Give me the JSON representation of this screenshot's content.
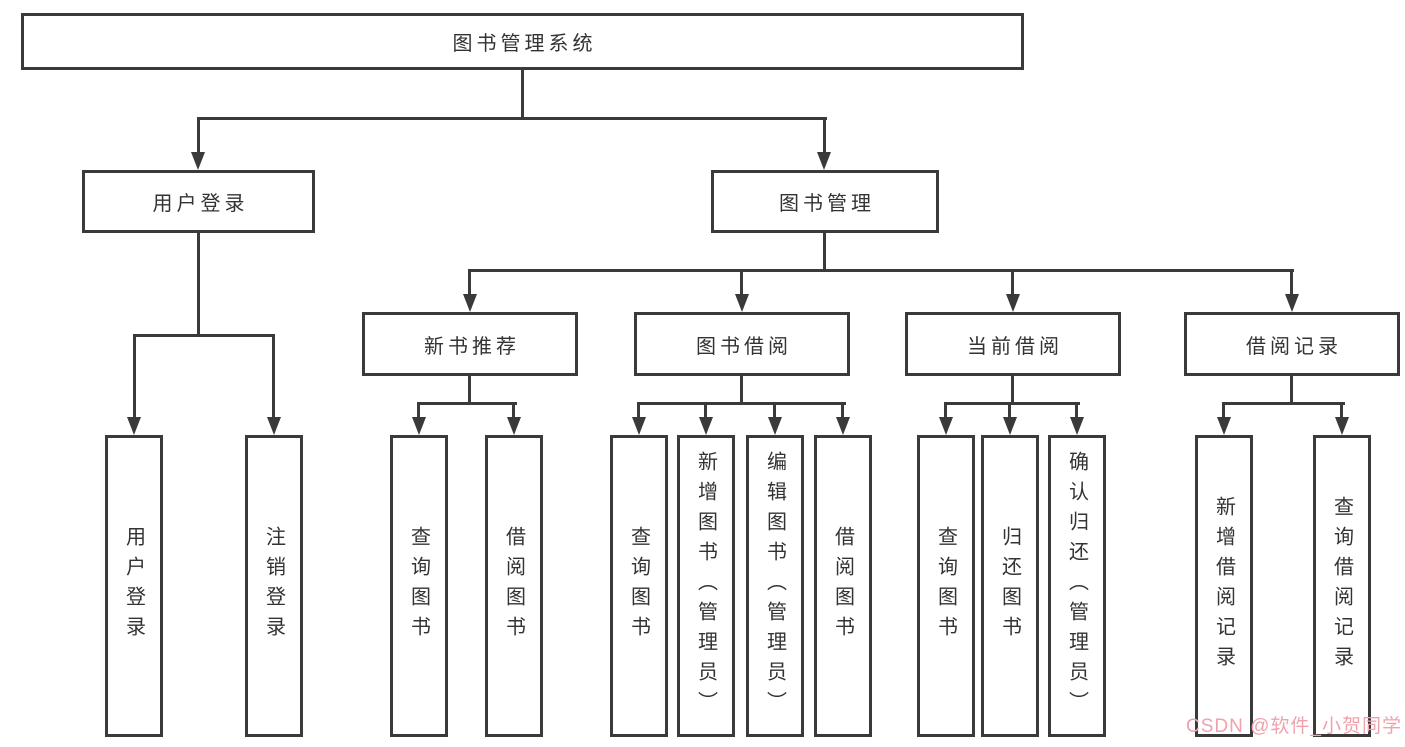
{
  "diagram": {
    "title": "图书管理系统",
    "branches": [
      {
        "label": "用户登录",
        "children": [
          {
            "label": "用户登录"
          },
          {
            "label": "注销登录"
          }
        ]
      },
      {
        "label": "图书管理",
        "children": [
          {
            "label": "新书推荐",
            "children": [
              {
                "label": "查询图书"
              },
              {
                "label": "借阅图书"
              }
            ]
          },
          {
            "label": "图书借阅",
            "children": [
              {
                "label": "查询图书"
              },
              {
                "label": "新增图书（管理员）"
              },
              {
                "label": "编辑图书（管理员）"
              },
              {
                "label": "借阅图书"
              }
            ]
          },
          {
            "label": "当前借阅",
            "children": [
              {
                "label": "查询图书"
              },
              {
                "label": "归还图书"
              },
              {
                "label": "确认归还（管理员）"
              }
            ]
          },
          {
            "label": "借阅记录",
            "children": [
              {
                "label": "新增借阅记录"
              },
              {
                "label": "查询借阅记录"
              }
            ]
          }
        ]
      }
    ]
  },
  "watermark": {
    "text": "CSDN @软件_小贺同学",
    "color": "#F0A2AC"
  },
  "colors": {
    "line": "#3A3A3A",
    "box_border": "#3A3A3A",
    "text": "#333333",
    "background": "#FFFFFF"
  }
}
